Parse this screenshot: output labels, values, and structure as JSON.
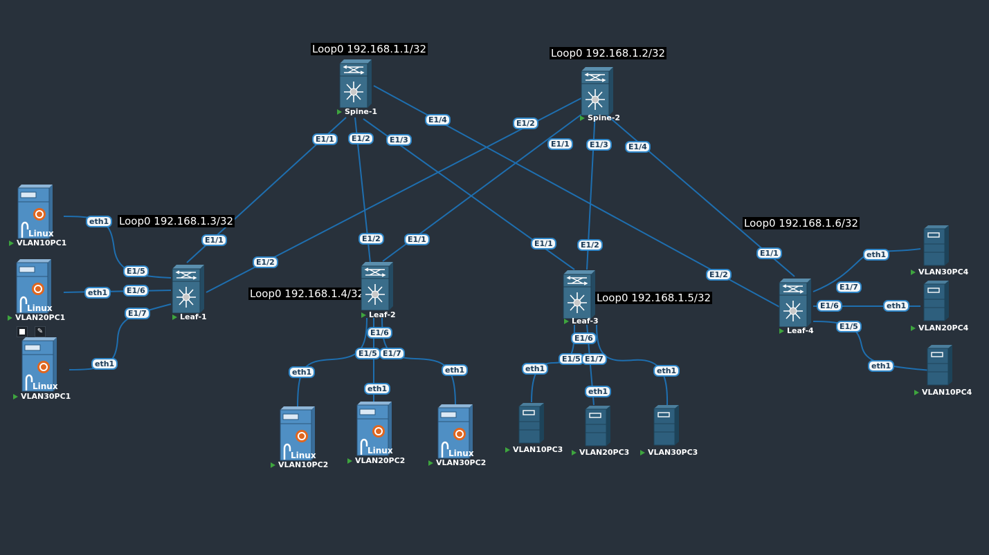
{
  "colors": {
    "background": "#28313b",
    "link": "#1e6fb0",
    "switch": "#3a6d8a",
    "pc": "#2e5f7d",
    "linux": "#4f8fc4",
    "status": "#3ea53e"
  },
  "loopbacks": {
    "spine1": "Loop0 192.168.1.1/32",
    "spine2": "Loop0 192.168.1.2/32",
    "leaf1": "Loop0 192.168.1.3/32",
    "leaf2": "Loop0 192.168.1.4/32",
    "leaf3": "Loop0 192.168.1.5/32",
    "leaf4": "Loop0 192.168.1.6/32"
  },
  "nodes": {
    "spine1": "Spine-1",
    "spine2": "Spine-2",
    "leaf1": "Leaf-1",
    "leaf2": "Leaf-2",
    "leaf3": "Leaf-3",
    "leaf4": "Leaf-4",
    "vlan10pc1": "VLAN10PC1",
    "vlan20pc1": "VLAN20PC1",
    "vlan30pc1": "VLAN30PC1",
    "vlan10pc2": "VLAN10PC2",
    "vlan20pc2": "VLAN20PC2",
    "vlan30pc2": "VLAN30PC2",
    "vlan10pc3": "VLAN10PC3",
    "vlan20pc3": "VLAN20PC3",
    "vlan30pc3": "VLAN30PC3",
    "vlan30pc4": "VLAN30PC4",
    "vlan20pc4": "VLAN20PC4",
    "vlan10pc4": "VLAN10PC4"
  },
  "linux_text": "Linux",
  "ports": {
    "e11": "E1/1",
    "e12": "E1/2",
    "e13": "E1/3",
    "e14": "E1/4",
    "e15": "E1/5",
    "e16": "E1/6",
    "e17": "E1/7",
    "eth1": "eth1"
  },
  "icons": {
    "switch": "nexus-switch-icon",
    "linux": "linux-server-icon",
    "server": "server-tower-icon",
    "status": "status-triangle-icon",
    "tux": "tux-penguin-icon",
    "ubuntu": "ubuntu-logo-icon"
  }
}
